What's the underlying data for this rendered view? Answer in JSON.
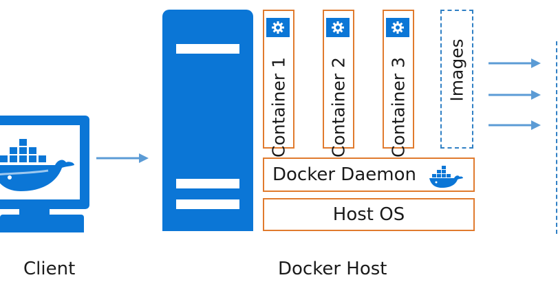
{
  "client": {
    "label": "Client"
  },
  "host": {
    "label": "Docker Host",
    "containers": [
      {
        "label": "Container 1"
      },
      {
        "label": "Container 2"
      },
      {
        "label": "Container 3"
      }
    ],
    "images_label": "Images",
    "daemon_label": "Docker Daemon",
    "os_label": "Host OS"
  },
  "colors": {
    "docker_blue": "#0b76d6",
    "container_border": "#e07a2d",
    "arrow": "#5b9bd5",
    "images_border": "#2f7fc4"
  },
  "icons": [
    "docker-whale-icon",
    "gear-icon",
    "arrow-right-icon"
  ]
}
